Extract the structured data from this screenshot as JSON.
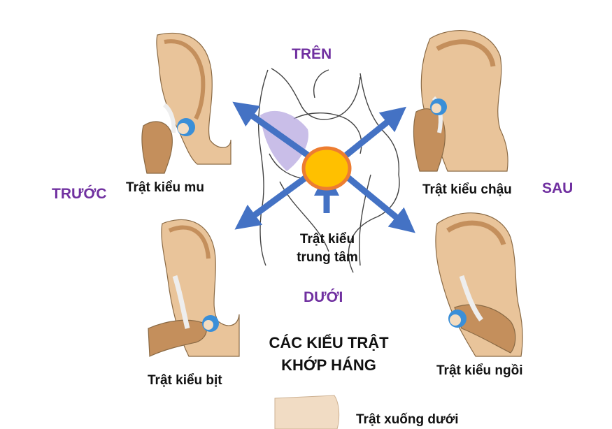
{
  "colors": {
    "direction_text": "#7030a0",
    "arrow": "#4472c4",
    "center_fill": "#ffc000",
    "center_ring": "#ed7d31",
    "bone_light": "#e9c49a",
    "bone_dark": "#c48f5c",
    "cartilage": "#3a8fd8",
    "highlight": "#b7a8e0"
  },
  "directions": {
    "top": "TRÊN",
    "bottom": "DƯỚI",
    "front": "TRƯỚC",
    "back": "SAU"
  },
  "dislocations": {
    "top_left": "Trật kiểu mu",
    "top_right": "Trật kiểu chậu",
    "bottom_left": "Trật kiểu bịt",
    "bottom_right": "Trật kiểu ngồi",
    "center_line1": "Trật kiểu",
    "center_line2": "trung tâm",
    "below": "Trật xuống dưới"
  },
  "title": {
    "line1": "CÁC KIỂU TRẬT",
    "line2": "KHỚP HÁNG"
  }
}
